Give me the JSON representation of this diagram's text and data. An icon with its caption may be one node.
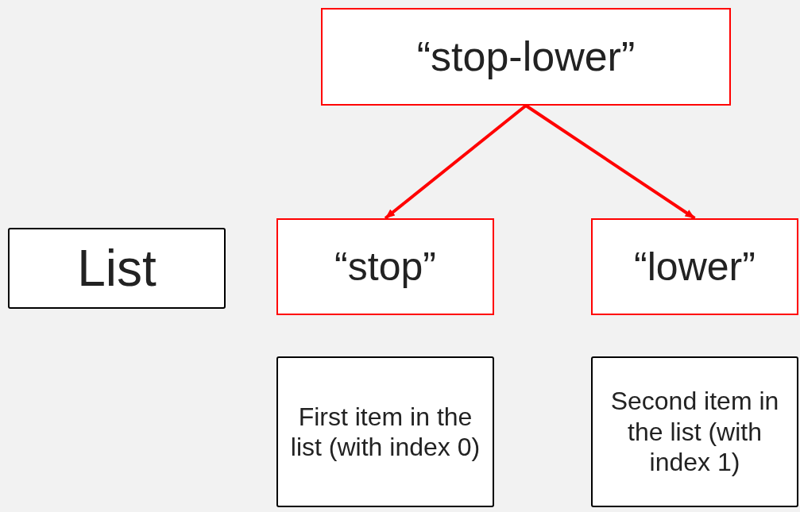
{
  "diagram": {
    "nodes": [
      {
        "text": [
          "“stop-lower”"
        ]
      },
      {
        "text": [
          "List"
        ]
      },
      {
        "text": [
          "“stop”"
        ]
      },
      {
        "text": [
          "“lower”"
        ]
      },
      {
        "text": [
          "First item in the list (with index 0)"
        ]
      },
      {
        "text": [
          "Second item in the list (with index 1)"
        ]
      }
    ],
    "edges": [
      {
        "from": 0,
        "to": 2,
        "arrow": "to"
      },
      {
        "from": 0,
        "to": 3,
        "arrow": "to"
      }
    ]
  }
}
